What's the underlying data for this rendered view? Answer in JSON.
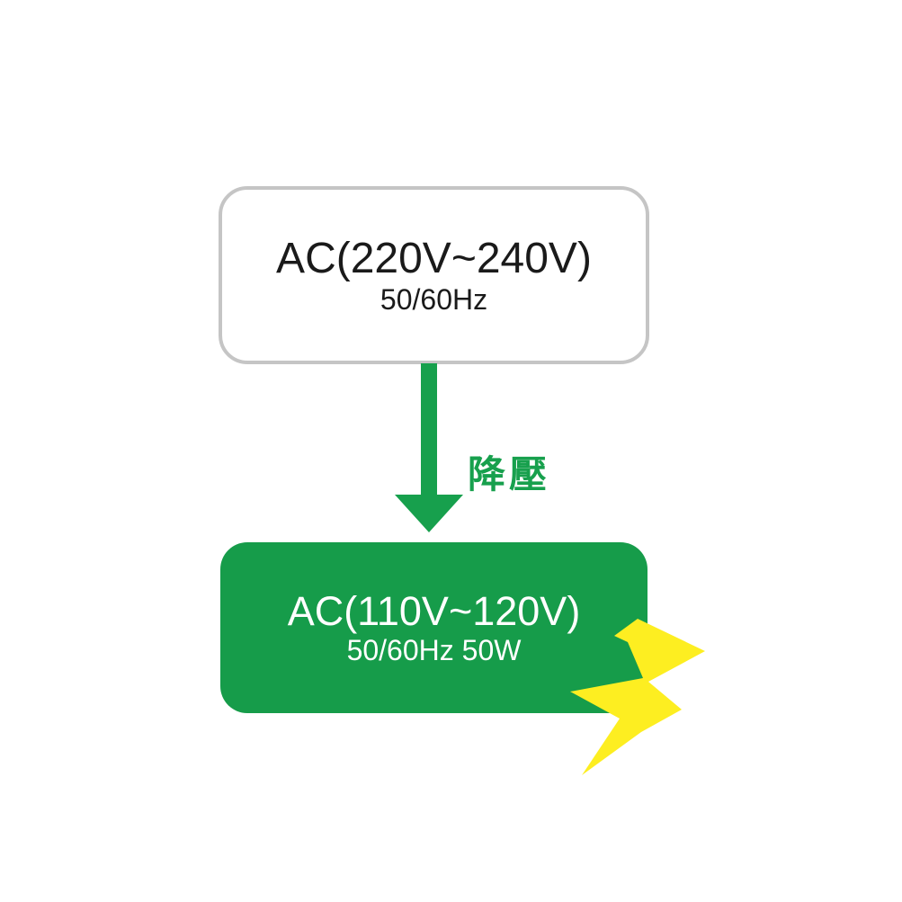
{
  "page": {
    "background": "#ffffff"
  },
  "diagram": {
    "source_box": {
      "title": "AC(220V~240V)",
      "subtitle": "50/60Hz"
    },
    "transition": {
      "label": "降壓",
      "icon": "down-arrow-icon"
    },
    "output_box": {
      "title": "AC(110V~120V)",
      "subtitle": "50/60Hz 50W"
    },
    "bolt": {
      "icon": "lightning-bolt-icon"
    },
    "colors": {
      "box_green": "#169c4a",
      "arrow_green": "#17a04d",
      "label_green": "#17a04d",
      "bolt_yellow": "#fdee21",
      "source_border_gray": "#c5c5c5",
      "source_text": "#1a1a1a",
      "output_text": "#ffffff"
    }
  }
}
